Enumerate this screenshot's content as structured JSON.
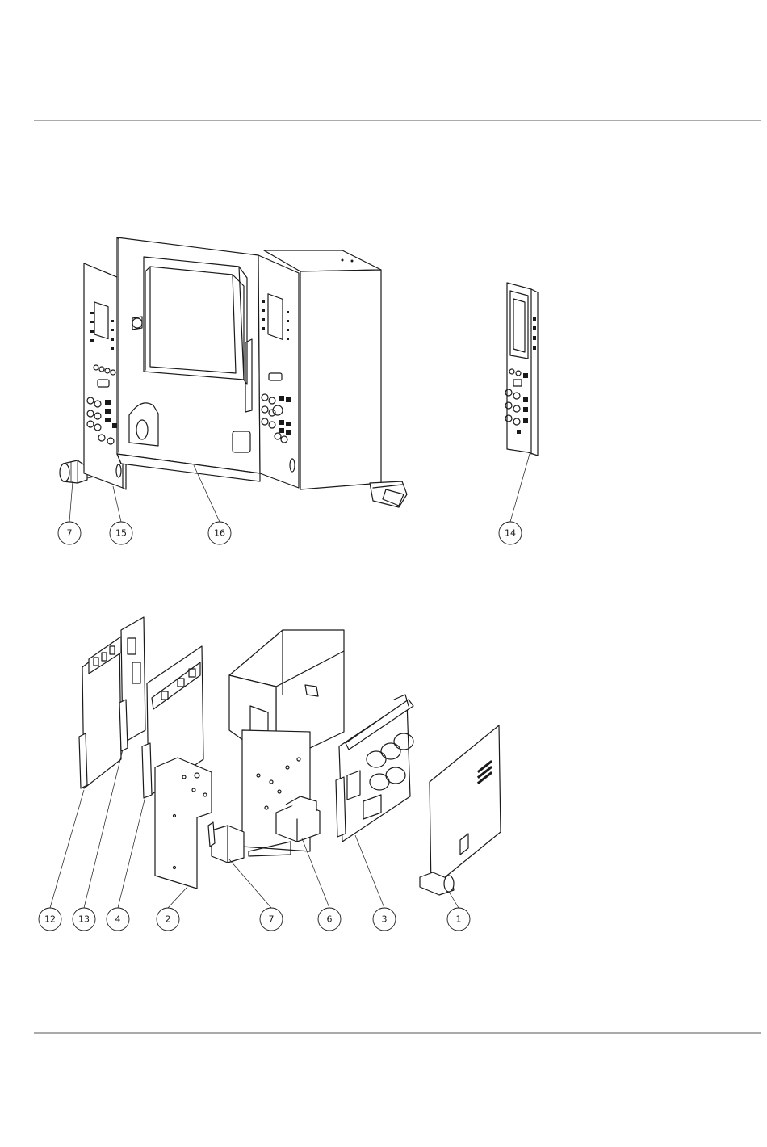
{
  "callouts": {
    "top": [
      "7",
      "15",
      "16",
      "14"
    ],
    "bottom": [
      "12",
      "13",
      "4",
      "2",
      "7",
      "6",
      "3",
      "1"
    ]
  }
}
